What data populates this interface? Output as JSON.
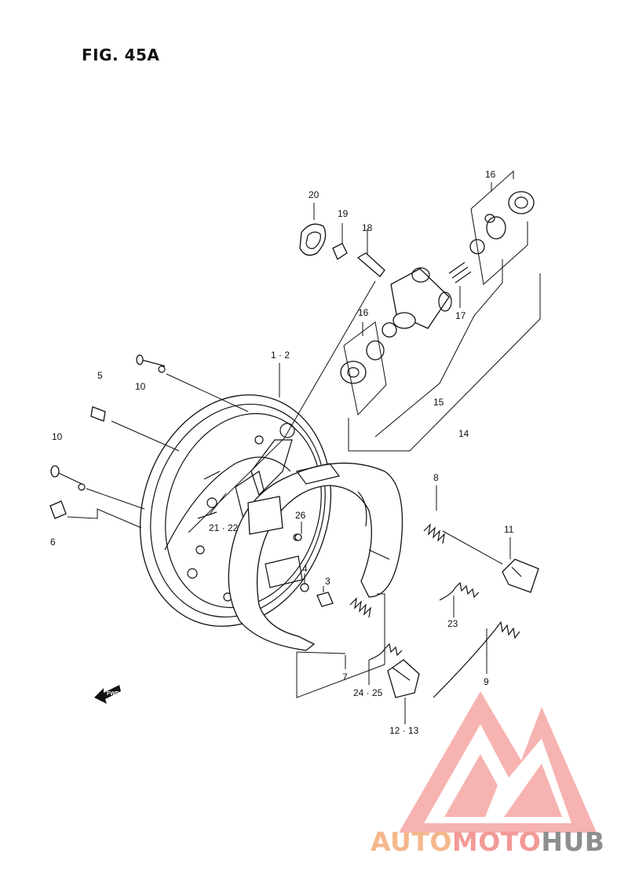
{
  "figure": {
    "title": "FIG. 45A"
  },
  "callouts": {
    "c1": "1 · 2",
    "c3": "3",
    "c4": "4",
    "c5": "5",
    "c6": "6",
    "c7": "7",
    "c8": "8",
    "c9": "9",
    "c10a": "10",
    "c10b": "10",
    "c11": "11",
    "c12": "12 · 13",
    "c14": "14",
    "c15": "15",
    "c16a": "16",
    "c16b": "16",
    "c17": "17",
    "c18": "18",
    "c19": "19",
    "c20": "20",
    "c21": "21 · 22",
    "c23": "23",
    "c24": "24 · 25",
    "c26": "26"
  },
  "fwd": "FWD",
  "watermark": {
    "w1": "AUTO",
    "w2": "MOTO",
    "w3": "HUB"
  },
  "colors": {
    "line": "#111111",
    "logo_orange": "#f5b78b",
    "logo_red": "#f39a97",
    "logo_gray": "#8e8e8e"
  }
}
